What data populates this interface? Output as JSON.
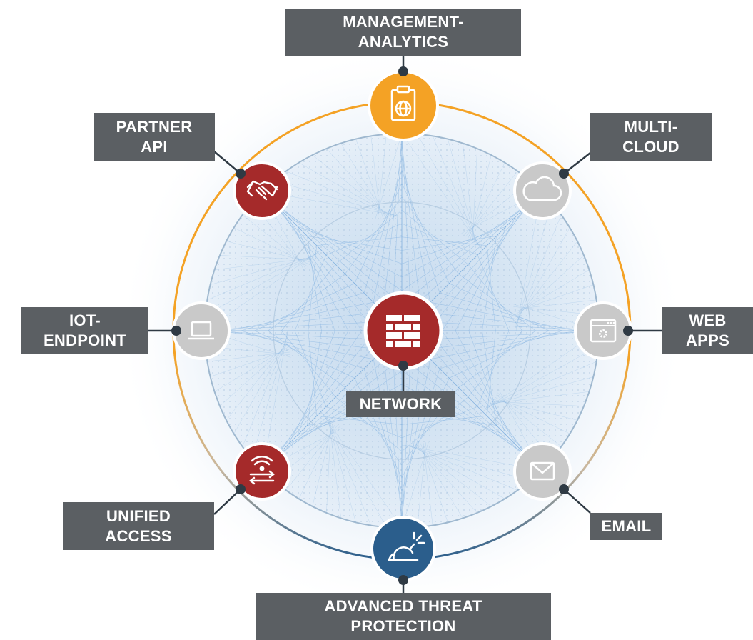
{
  "nodes": {
    "management": {
      "line1": "MANAGEMENT-",
      "line2": "ANALYTICS",
      "icon": "clipboard-globe-icon",
      "color": "#f4a225"
    },
    "multicloud": {
      "line1": "MULTI-",
      "line2": "CLOUD",
      "icon": "cloud-icon",
      "color": "#c9c9c9"
    },
    "webapps": {
      "line1": "WEB",
      "line2": "APPS",
      "icon": "browser-gear-icon",
      "color": "#c9c9c9"
    },
    "email": {
      "line1": "EMAIL",
      "icon": "envelope-icon",
      "color": "#c9c9c9"
    },
    "advanced": {
      "line1": "ADVANCED THREAT",
      "line2": "PROTECTION",
      "icon": "bomb-icon",
      "color": "#2b5e8c"
    },
    "unified": {
      "line1": "UNIFIED",
      "line2": "ACCESS",
      "icon": "wifi-arrows-icon",
      "color": "#a52a2a"
    },
    "iot": {
      "line1": "IOT-",
      "line2": "ENDPOINT",
      "icon": "laptop-icon",
      "color": "#c9c9c9"
    },
    "partner": {
      "line1": "PARTNER",
      "line2": "API",
      "icon": "handshake-icon",
      "color": "#a52a2a"
    },
    "network": {
      "line1": "NETWORK",
      "icon": "firewall-icon",
      "color": "#a52a2a"
    }
  },
  "colors": {
    "label_bg": "#5b5f63",
    "orange_ring": "#f4a225",
    "blue_ring": "#2b5e8c",
    "gray_node": "#c9c9c9",
    "red_node": "#a52a2a"
  }
}
